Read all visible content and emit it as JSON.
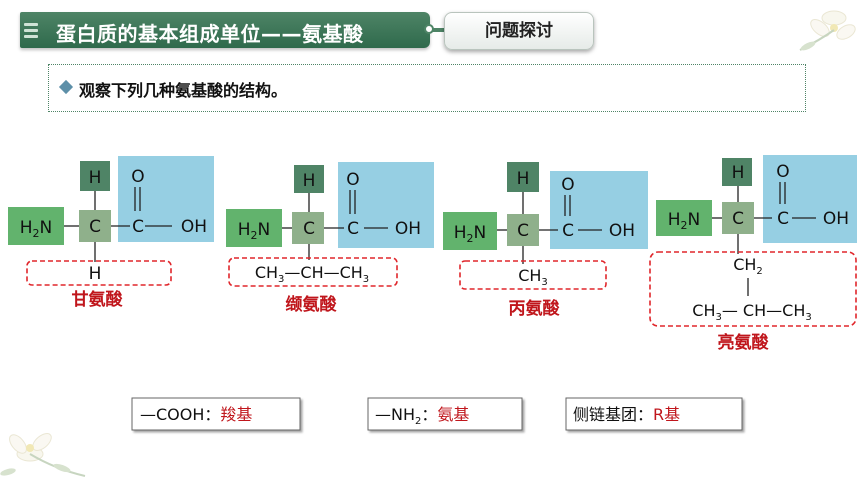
{
  "title": "蛋白质的基本组成单位——氨基酸",
  "badge": "问题探讨",
  "instruction": "观察下列几种氨基酸的结构。",
  "atoms": {
    "H": "H",
    "C": "C",
    "O": "O",
    "OH": "OH",
    "H2N_main": "H",
    "H2N_sub": "2",
    "H2N_tail": "N",
    "dash": "—",
    "double_bond": "‖"
  },
  "amino_acids": [
    {
      "name": "甘氨酸",
      "r_parts": [
        {
          "text": "H",
          "sub": ""
        }
      ]
    },
    {
      "name": "缬氨酸",
      "r_parts": [
        {
          "text": "CH",
          "sub": "3"
        },
        {
          "text": "—CH—",
          "sub": ""
        },
        {
          "text": "CH",
          "sub": "3"
        }
      ]
    },
    {
      "name": "丙氨酸",
      "r_parts": [
        {
          "text": "CH",
          "sub": "3"
        }
      ]
    },
    {
      "name": "亮氨酸",
      "r_top": {
        "text": "CH",
        "sub": "2"
      },
      "r_parts": [
        {
          "text": "CH",
          "sub": "3"
        },
        {
          "text": "— CH—",
          "sub": ""
        },
        {
          "text": "CH",
          "sub": "3"
        }
      ]
    }
  ],
  "legend": {
    "cooh": {
      "formula": "—COOH：",
      "name": "羧基"
    },
    "nh2": {
      "formula_main": "—NH",
      "formula_sub": "2",
      "formula_tail": "：",
      "name": "氨基"
    },
    "r": {
      "label": "侧链基团：",
      "name": "R基"
    }
  },
  "colors": {
    "title_green": "#2f6a4c",
    "h_box": "#4f8466",
    "c_box": "#8fb08b",
    "n_box": "#62b36d",
    "carboxyl_box": "#96cfe3",
    "r_dash": "#e0262b",
    "name_red": "#c0161c"
  }
}
